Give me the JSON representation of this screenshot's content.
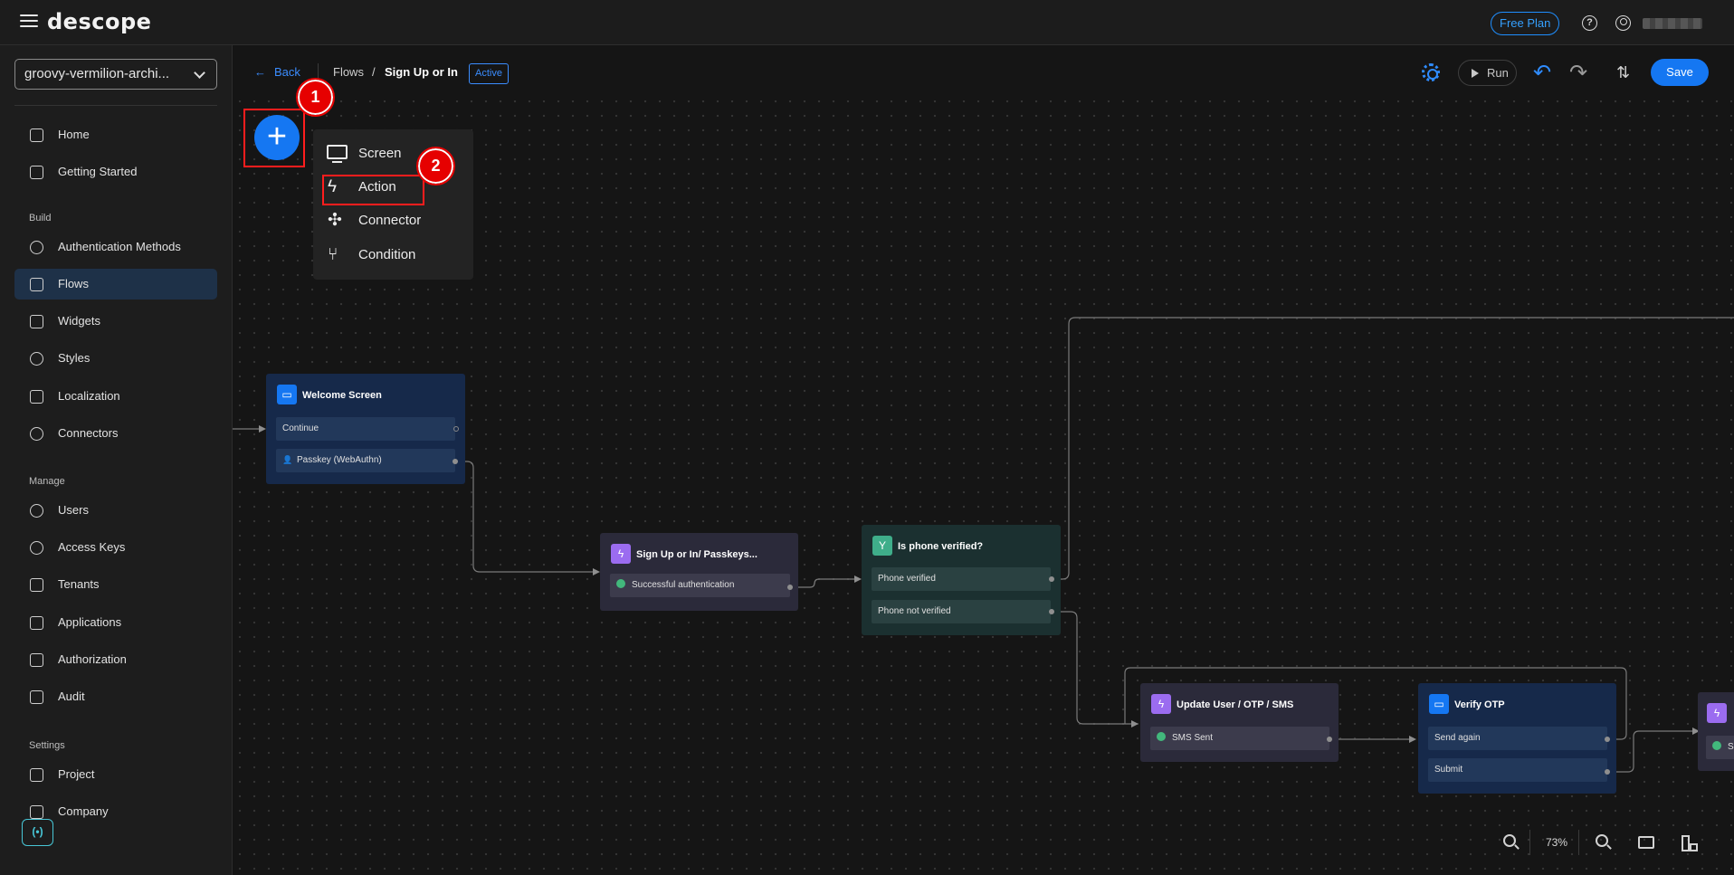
{
  "app": {
    "logo": "descope",
    "free_plan": "Free Plan"
  },
  "sidebar": {
    "project": "groovy-vermilion-archi...",
    "top_items": [
      {
        "label": "Home",
        "icon": "home-icon"
      },
      {
        "label": "Getting Started",
        "icon": "flag-icon"
      }
    ],
    "sections": [
      {
        "label": "Build",
        "items": [
          {
            "label": "Authentication Methods",
            "icon": "user-check-icon"
          },
          {
            "label": "Flows",
            "icon": "flow-icon",
            "active": true
          },
          {
            "label": "Widgets",
            "icon": "widget-icon"
          },
          {
            "label": "Styles",
            "icon": "brush-icon"
          },
          {
            "label": "Localization",
            "icon": "translate-icon"
          },
          {
            "label": "Connectors",
            "icon": "puzzle-icon"
          }
        ]
      },
      {
        "label": "Manage",
        "items": [
          {
            "label": "Users",
            "icon": "users-icon"
          },
          {
            "label": "Access Keys",
            "icon": "key-icon"
          },
          {
            "label": "Tenants",
            "icon": "building-icon"
          },
          {
            "label": "Applications",
            "icon": "grid-icon"
          },
          {
            "label": "Authorization",
            "icon": "lock-icon"
          },
          {
            "label": "Audit",
            "icon": "list-icon"
          }
        ]
      },
      {
        "label": "Settings",
        "items": [
          {
            "label": "Project",
            "icon": "folder-icon"
          },
          {
            "label": "Company",
            "icon": "company-icon"
          }
        ]
      }
    ]
  },
  "header": {
    "back": "Back",
    "breadcrumb_root": "Flows",
    "breadcrumb_sep": "/",
    "flow_name": "Sign Up or In",
    "status": "Active",
    "run": "Run",
    "save": "Save"
  },
  "annotations": {
    "first": "1",
    "second": "2"
  },
  "add_menu": {
    "items": [
      {
        "label": "Screen",
        "icon": "monitor-icon"
      },
      {
        "label": "Action",
        "icon": "lightning-icon"
      },
      {
        "label": "Connector",
        "icon": "puzzle-icon"
      },
      {
        "label": "Condition",
        "icon": "branch-icon"
      }
    ]
  },
  "nodes": {
    "welcome": {
      "title": "Welcome Screen",
      "rows": [
        "Continue",
        "Passkey (WebAuthn)"
      ]
    },
    "passkeys": {
      "title": "Sign Up or In/ Passkeys...",
      "rows": [
        "Successful authentication"
      ]
    },
    "phone": {
      "title": "Is phone verified?",
      "rows": [
        "Phone verified",
        "Phone not verified"
      ]
    },
    "update_user": {
      "title": "Update User / OTP / SMS",
      "rows": [
        "SMS Sent"
      ]
    },
    "verify_otp": {
      "title": "Verify OTP",
      "rows": [
        "Send again",
        "Submit"
      ]
    },
    "partial": {
      "row_fragment": "S"
    }
  },
  "zoom": {
    "level": "73%"
  },
  "colors": {
    "accent": "#1577f2",
    "annotation": "#ff1d1d",
    "screen_node": "#16294a",
    "action_node": "#2b2a3a",
    "condition_node": "#1b3030"
  }
}
